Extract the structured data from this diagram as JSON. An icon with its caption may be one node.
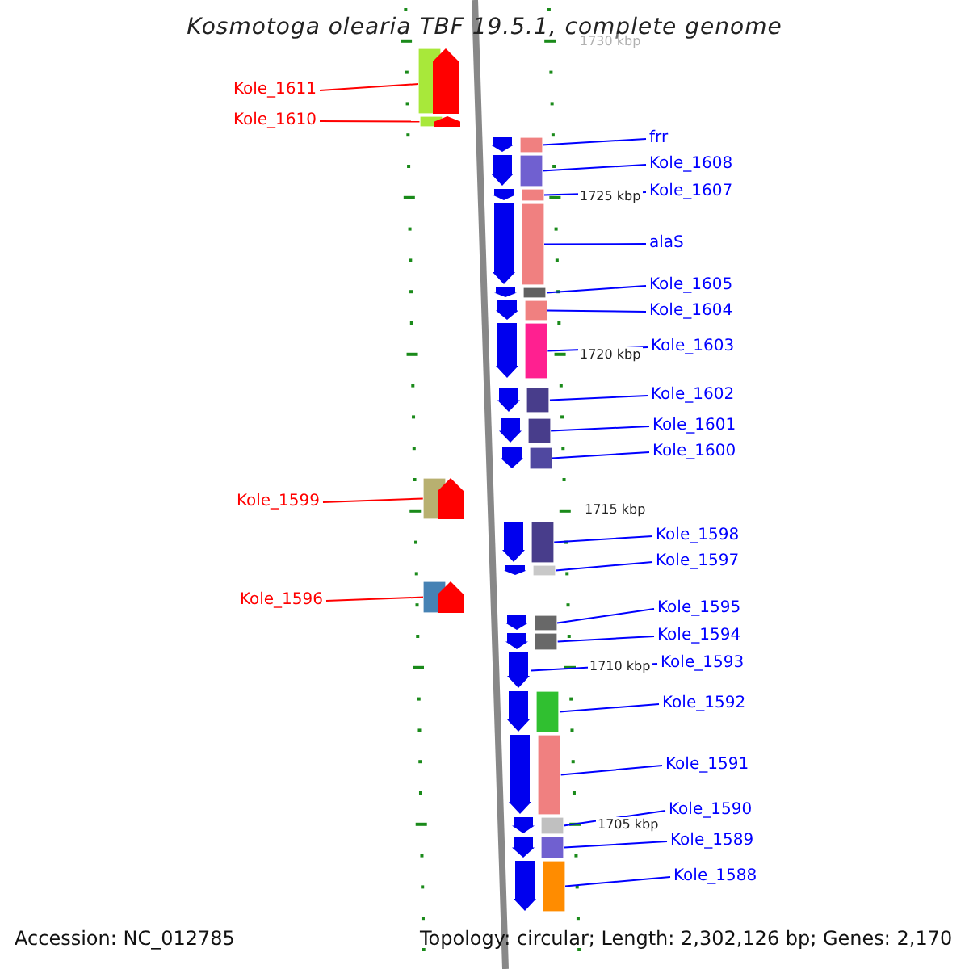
{
  "diagram": {
    "title": "Kosmotoga olearia TBF 19.5.1, complete genome",
    "nodes": [
      {
        "text": [
          "Kole_1611"
        ]
      },
      {
        "text": [],
        "shape": "box"
      },
      {
        "text": [
          "Kole_1610"
        ]
      },
      {
        "text": [],
        "shape": "box"
      },
      {
        "text": [
          "frr"
        ]
      },
      {
        "text": [],
        "shape": "box"
      },
      {
        "text": [
          "Kole_1608"
        ]
      },
      {
        "text": [],
        "shape": "box"
      },
      {
        "text": [
          "Kole_1607"
        ]
      },
      {
        "text": [],
        "shape": "box"
      },
      {
        "text": [
          "alaS"
        ]
      },
      {
        "text": [],
        "shape": "box"
      },
      {
        "text": [
          "Kole_1605"
        ]
      },
      {
        "text": [],
        "shape": "box"
      },
      {
        "text": [
          "Kole_1604"
        ]
      },
      {
        "text": [],
        "shape": "box"
      },
      {
        "text": [
          "Kole_1603"
        ]
      },
      {
        "text": [],
        "shape": "box"
      },
      {
        "text": [
          "Kole_1602"
        ]
      },
      {
        "text": [],
        "shape": "box"
      },
      {
        "text": [
          "Kole_1601"
        ]
      },
      {
        "text": [],
        "shape": "box"
      },
      {
        "text": [
          "Kole_1600"
        ]
      },
      {
        "text": [],
        "shape": "box"
      },
      {
        "text": [
          "Kole_1599"
        ]
      },
      {
        "text": [],
        "shape": "box"
      },
      {
        "text": [
          "Kole_1598"
        ]
      },
      {
        "text": [],
        "shape": "box"
      },
      {
        "text": [
          "Kole_1597"
        ]
      },
      {
        "text": [],
        "shape": "box"
      },
      {
        "text": [
          "Kole_1596"
        ]
      },
      {
        "text": [],
        "shape": "box"
      },
      {
        "text": [
          "Kole_1595"
        ]
      },
      {
        "text": [],
        "shape": "box"
      },
      {
        "text": [
          "Kole_1594"
        ]
      },
      {
        "text": [],
        "shape": "box"
      },
      {
        "text": [
          "Kole_1593"
        ]
      },
      {
        "text": [],
        "shape": "box"
      },
      {
        "text": [
          "Kole_1592"
        ]
      },
      {
        "text": [],
        "shape": "box"
      },
      {
        "text": [
          "Kole_1591"
        ]
      },
      {
        "text": [],
        "shape": "box"
      },
      {
        "text": [
          "Kole_1590"
        ]
      },
      {
        "text": [],
        "shape": "box"
      },
      {
        "text": [
          "Kole_1589"
        ]
      },
      {
        "text": [],
        "shape": "box"
      },
      {
        "text": [
          "Kole_1588"
        ]
      },
      {
        "text": [],
        "shape": "box"
      }
    ],
    "edges": [
      {
        "from": 0,
        "to": 1,
        "arrow": "none",
        "color": "#ff0000"
      },
      {
        "from": 2,
        "to": 3,
        "arrow": "none",
        "color": "#ff0000"
      },
      {
        "from": 4,
        "to": 5,
        "arrow": "none"
      },
      {
        "from": 6,
        "to": 7,
        "arrow": "none"
      },
      {
        "from": 8,
        "to": 9,
        "arrow": "none"
      },
      {
        "from": 10,
        "to": 11,
        "arrow": "none"
      },
      {
        "from": 12,
        "to": 13,
        "arrow": "none"
      },
      {
        "from": 14,
        "to": 15,
        "arrow": "none"
      },
      {
        "from": 16,
        "to": 17,
        "arrow": "none"
      },
      {
        "from": 18,
        "to": 19,
        "arrow": "none"
      },
      {
        "from": 20,
        "to": 21,
        "arrow": "none"
      },
      {
        "from": 22,
        "to": 23,
        "arrow": "none"
      },
      {
        "from": 24,
        "to": 25,
        "arrow": "none",
        "color": "#ff0000"
      },
      {
        "from": 26,
        "to": 27,
        "arrow": "none"
      },
      {
        "from": 28,
        "to": 29,
        "arrow": "none"
      },
      {
        "from": 30,
        "to": 31,
        "arrow": "none",
        "color": "#ff0000"
      },
      {
        "from": 32,
        "to": 33,
        "arrow": "none"
      },
      {
        "from": 34,
        "to": 35,
        "arrow": "none"
      },
      {
        "from": 36,
        "to": 37,
        "arrow": "none"
      },
      {
        "from": 38,
        "to": 39,
        "arrow": "none"
      },
      {
        "from": 40,
        "to": 41,
        "arrow": "none"
      },
      {
        "from": 42,
        "to": 43,
        "arrow": "none"
      },
      {
        "from": 44,
        "to": 45,
        "arrow": "none"
      },
      {
        "from": 46,
        "to": 47,
        "arrow": "none"
      }
    ],
    "labels": [
      "1730 kbp",
      "1725 kbp",
      "1720 kbp",
      "1715 kbp",
      "1710 kbp",
      "1705 kbp",
      "Accession: NC_012785",
      "Topology: circular; Length: 2,302,126 bp; Genes: 2,170"
    ]
  }
}
